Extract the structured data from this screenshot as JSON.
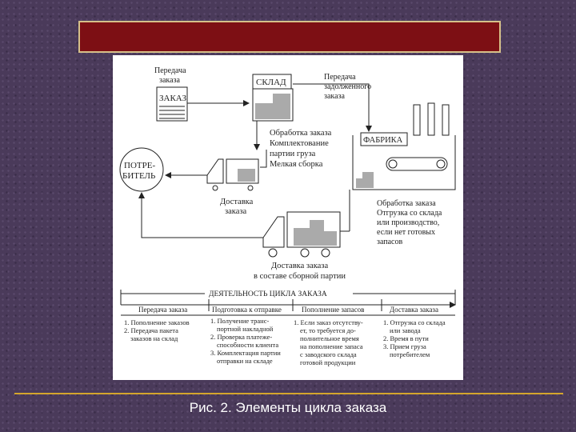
{
  "slide": {
    "title_bar_color": "#7d0f14",
    "caption": "Рис. 2. Элементы цикла заказа"
  },
  "diagram": {
    "order_transfer": [
      "Передача",
      "заказа"
    ],
    "order_doc": "ЗАКАЗ",
    "warehouse": "СКЛАД",
    "deferred_transfer": [
      "Передача",
      "задолженного",
      "заказа"
    ],
    "processing": [
      "Обработка заказа",
      "Комплектование",
      "партии груза",
      "Мелкая сборка"
    ],
    "customer": [
      "ПОТРЕ-",
      "БИТЕЛЬ"
    ],
    "delivery": [
      "Доставка",
      "заказа"
    ],
    "factory": "ФАБРИКА",
    "factory_processing": [
      "Обработка заказа",
      "Отгрузка со склада",
      "или производство,",
      "если нет готовых",
      "запасов"
    ],
    "combined_delivery": [
      "Доставка заказа",
      "в составе сборной партии"
    ],
    "activities_title": "ДЕЯТЕЛЬНОСТЬ ЦИКЛА ЗАКАЗА",
    "columns": [
      {
        "header": "Передача заказа",
        "items": [
          "1. Пополнение заказов",
          "2. Передача пакета",
          "заказов на склад"
        ]
      },
      {
        "header": "Подготовка к отправке",
        "items": [
          "1. Получение транс-",
          "портной накладной",
          "2. Проверка платеже-",
          "способности клиента",
          "3. Комплектация партии",
          "отправки на складе"
        ]
      },
      {
        "header": "Пополнение запасов",
        "items": [
          "1. Если заказ отсутству-",
          "ет, то требуется до-",
          "полнительное время",
          "на пополнение запаса",
          "с заводского склада",
          "готовой продукции"
        ]
      },
      {
        "header": "Доставка заказа",
        "items": [
          "1. Отгрузка со склада",
          "или завода",
          "2. Время в пути",
          "3. Прием груза",
          "потребителем"
        ]
      }
    ]
  }
}
